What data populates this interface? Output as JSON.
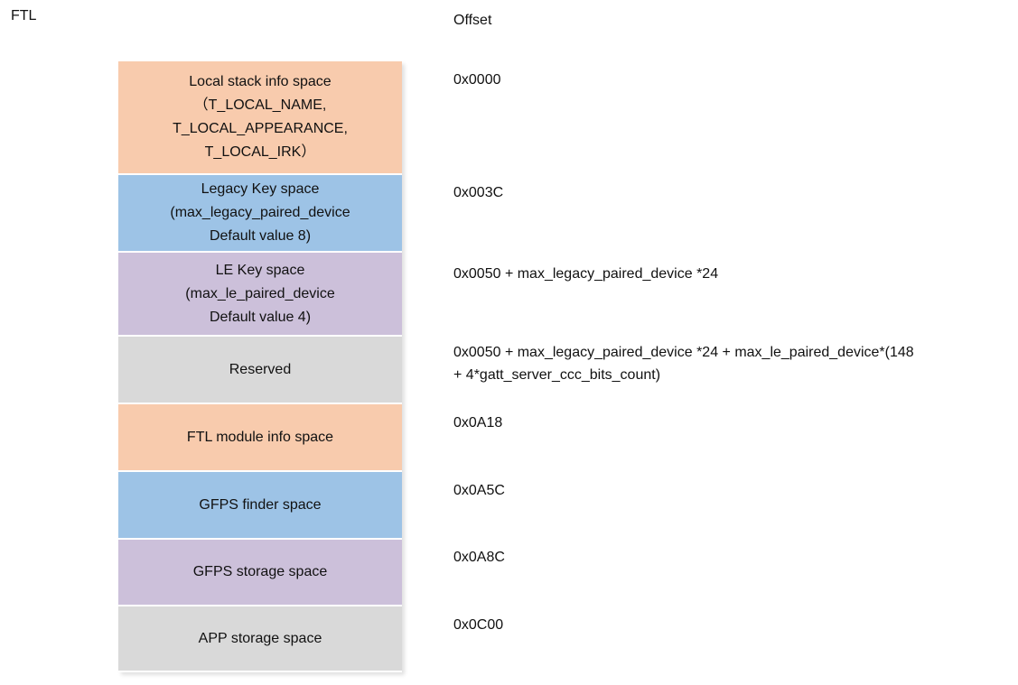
{
  "title": "FTL",
  "offset_header": "Offset",
  "blocks": [
    {
      "name": "local-stack-info-space",
      "lines": [
        "Local stack info space",
        "（T_LOCAL_NAME,",
        "T_LOCAL_APPEARANCE,",
        "T_LOCAL_IRK）"
      ],
      "color": "#F8CBAD",
      "offset_lines": [
        "0x0000"
      ]
    },
    {
      "name": "legacy-key-space",
      "lines": [
        "Legacy Key space",
        "(max_legacy_paired_device",
        "Default value 8)"
      ],
      "color": "#9DC3E6",
      "offset_lines": [
        "0x003C"
      ]
    },
    {
      "name": "le-key-space",
      "lines": [
        "LE Key space",
        "(max_le_paired_device",
        "Default value 4)"
      ],
      "color": "#CCC0DA",
      "offset_lines": [
        "0x0050 + max_legacy_paired_device *24"
      ]
    },
    {
      "name": "reserved",
      "lines": [
        "Reserved"
      ],
      "color": "#D9D9D9",
      "offset_lines": [
        "0x0050 + max_legacy_paired_device *24 + max_le_paired_device*(148",
        "+ 4*gatt_server_ccc_bits_count)"
      ]
    },
    {
      "name": "ftl-module-info-space",
      "lines": [
        "FTL module info space"
      ],
      "color": "#F8CBAD",
      "offset_lines": [
        "0x0A18"
      ]
    },
    {
      "name": "gfps-finder-space",
      "lines": [
        "GFPS finder space"
      ],
      "color": "#9DC3E6",
      "offset_lines": [
        "0x0A5C"
      ]
    },
    {
      "name": "gfps-storage-space",
      "lines": [
        "GFPS storage space"
      ],
      "color": "#CCC0DA",
      "offset_lines": [
        "0x0A8C"
      ]
    },
    {
      "name": "app-storage-space",
      "lines": [
        "APP storage space"
      ],
      "color": "#D9D9D9",
      "offset_lines": [
        "0x0C00"
      ]
    }
  ]
}
